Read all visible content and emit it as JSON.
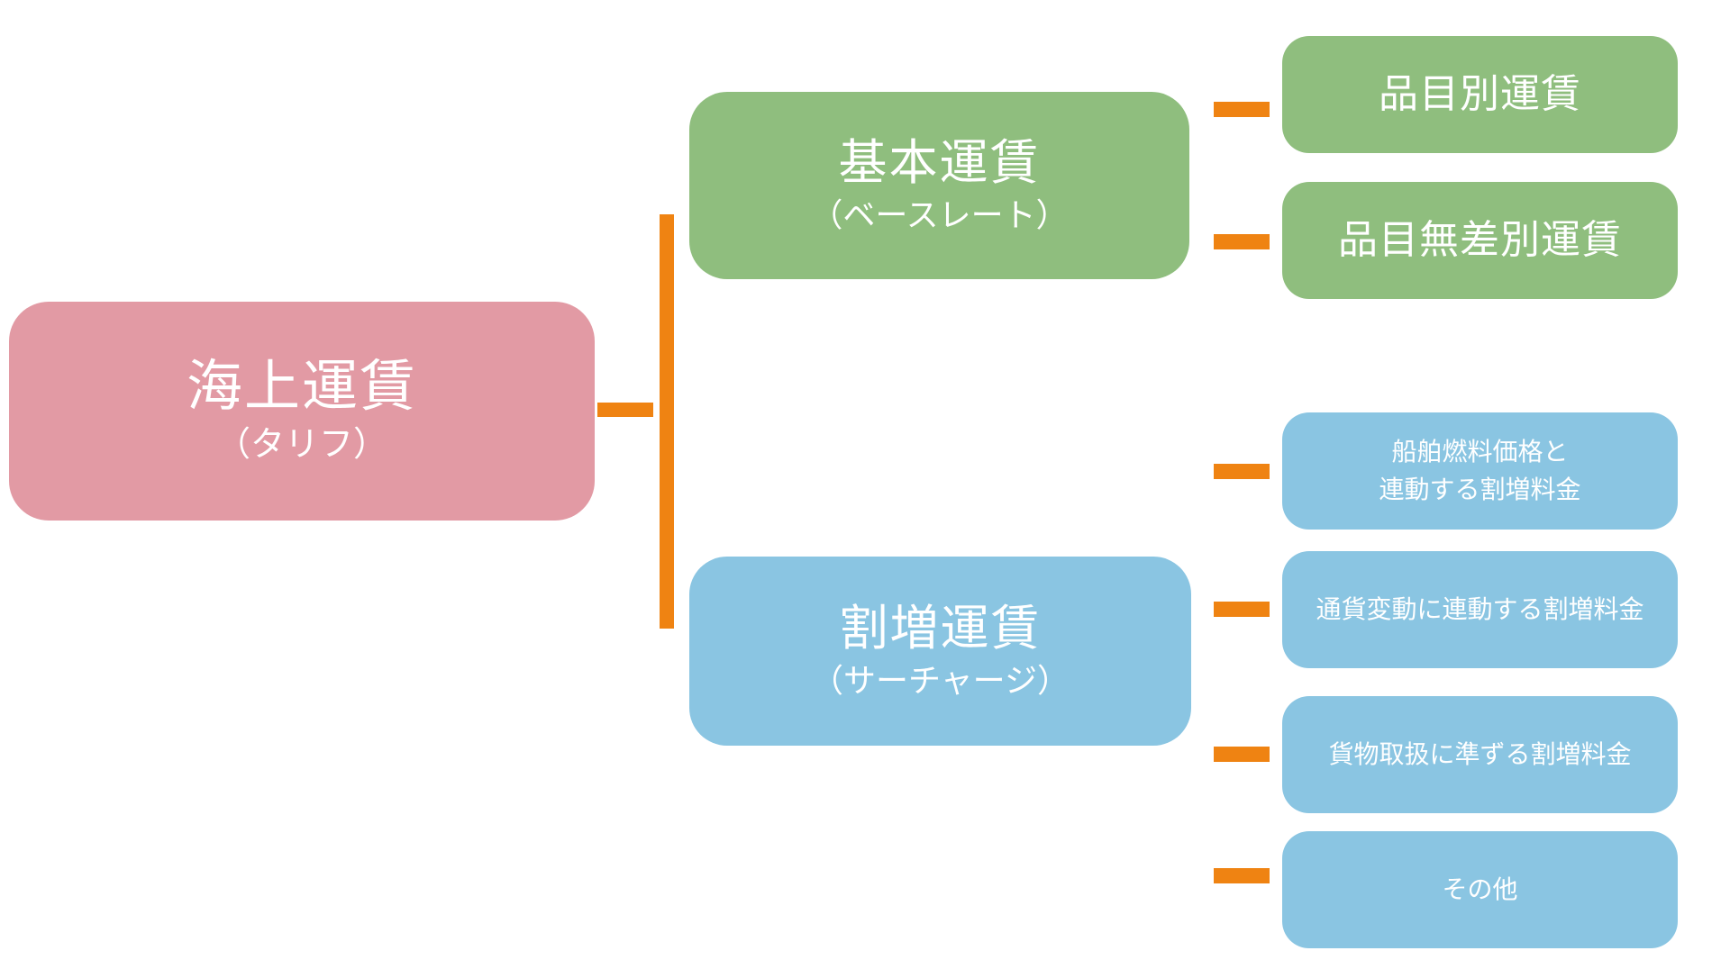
{
  "palette": {
    "root": "#E29AA4",
    "green": "#8FBE7E",
    "blue": "#8AC5E2",
    "connector": "#EF8312"
  },
  "root": {
    "title": "海上運賃",
    "subtitle": "（タリフ）"
  },
  "branches": [
    {
      "title": "基本運賃",
      "subtitle": "（ベースレート）",
      "children": [
        "品目別運賃",
        "品目無差別運賃"
      ]
    },
    {
      "title": "割増運賃",
      "subtitle": "（サーチャージ）",
      "children": [
        "船舶燃料価格と\n連動する割増料金",
        "通貨変動に連動する割増料金",
        "貨物取扱に準ずる割増料金",
        "その他"
      ]
    }
  ]
}
